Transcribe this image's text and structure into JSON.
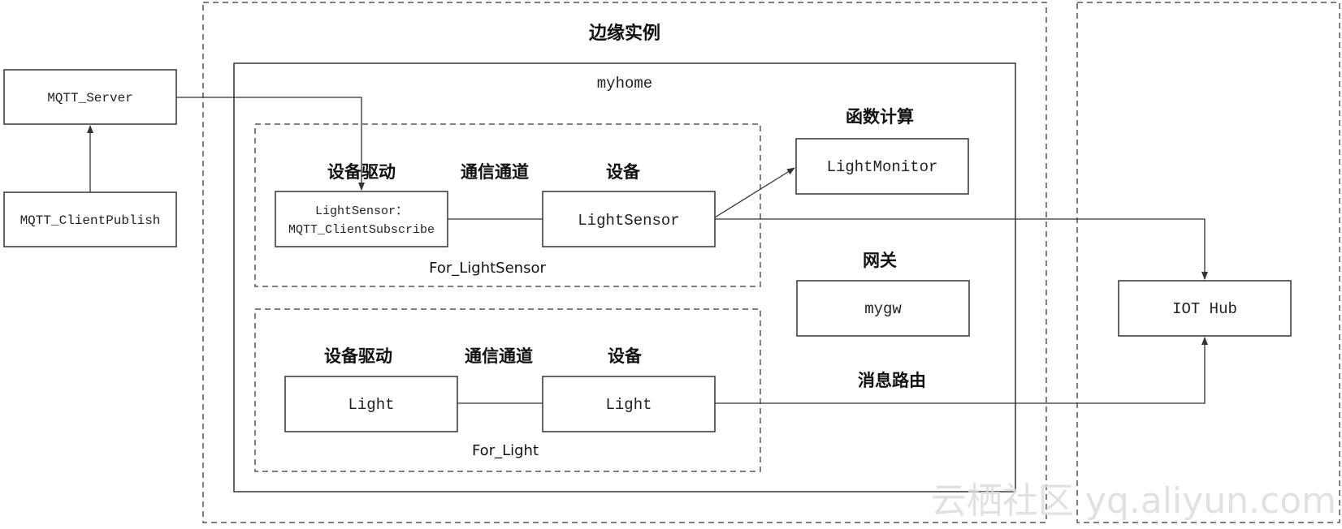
{
  "edge_instance": {
    "title": "边缘实例"
  },
  "myhome": {
    "label": "myhome"
  },
  "external": {
    "mqtt_server": "MQTT_Server",
    "mqtt_client_publish": "MQTT_ClientPublish"
  },
  "group_light_sensor": {
    "heading_driver": "设备驱动",
    "heading_channel": "通信通道",
    "heading_device": "设备",
    "driver_line1": "LightSensor：",
    "driver_line2": "MQTT_ClientSubscribe",
    "device": "LightSensor",
    "caption": "For_LightSensor"
  },
  "group_light": {
    "heading_driver": "设备驱动",
    "heading_channel": "通信通道",
    "heading_device": "设备",
    "driver": "Light",
    "device": "Light",
    "caption": "For_Light"
  },
  "function_compute": {
    "heading": "函数计算",
    "box": "LightMonitor"
  },
  "gateway": {
    "heading": "网关",
    "box": "mygw"
  },
  "message_routing": {
    "heading": "消息路由"
  },
  "iot_hub": {
    "box": "IOT Hub"
  },
  "watermark": {
    "text": "云栖社区 yq.aliyun.com"
  },
  "colors": {
    "stroke": "#333333",
    "dashed_stroke": "#555555",
    "background": "#ffffff",
    "watermark": "#dcdcdc"
  }
}
